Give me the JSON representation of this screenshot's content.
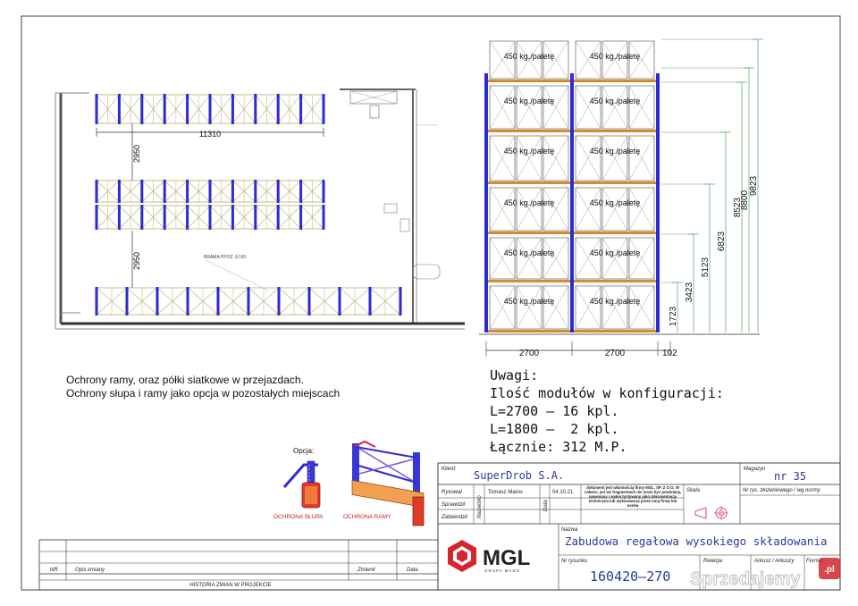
{
  "plan": {
    "dim_length": "11310",
    "dim_gap_top": "2950",
    "dim_gap_bottom": "2950",
    "gate_label": "BRAMA PPOŻ. EI 60"
  },
  "elevation": {
    "load_label": "450 kg./paletę",
    "width_left": "2700",
    "width_right": "2700",
    "width_end": "102",
    "heights": [
      "1723",
      "3423",
      "5123",
      "6823",
      "8523",
      "8800",
      "9823"
    ]
  },
  "notes": {
    "line1": "Ochrony ramy, oraz półki siatkowe w przejazdach.",
    "line2": "Ochrony słupa i ramy jako opcja w pozostałych miejscach"
  },
  "uwagi": {
    "title": "Uwagi:",
    "line1": "Ilość modułów w konfiguracji:",
    "line2": "L=2700 – 16 kpl.",
    "line3": "L=1800 –  2 kpl.",
    "line4": "Łącznie: 312 M.P."
  },
  "protection": {
    "option_label": "Opcja:",
    "column_label": "OCHRONA SŁUPA",
    "frame_label": "OCHRONA RAMY"
  },
  "revision_table": {
    "col_nr": "NR",
    "col_opis": "Opis zmiany",
    "col_zmienil": "Zmienił",
    "col_data": "Data",
    "footer": "HISTORIA ZMIAN W PROJEKCIE"
  },
  "title_block": {
    "klient_label": "Klient:",
    "klient": "SuperDrob S.A.",
    "magazyn_label": "Magazyn",
    "magazyn": "nr 35",
    "rysowal_label": "Rysował",
    "sprawdzil_label": "Sprawdził",
    "zatwierdzil_label": "Zatwierdził",
    "nazwisko_label": "Nazwisko",
    "data_label": "Data",
    "rysowal_name": "Tomasz Maros",
    "rysowal_date": "04.10.21",
    "disclaimer": "dokument jest własnością firmy MGL. SP. Z O.O. W całości, ani we fragmentach nie może być powielany, ujawniany i wykorzystywany jako dokumentacja techniczna lub wykonawcza przez inną firmę lub osobę",
    "skala_label": "Skala",
    "ref_label": "Nr rys. złożeniowego / wg normy",
    "nazwa_label": "Nazwa",
    "nazwa": "Zabudowa regałowa wysokiego składowania",
    "nr_rysunku_label": "Nr rysunku",
    "nr_rysunku": "160420–270",
    "rewizja_label": "Rewizja",
    "arkusz_label": "Arkusz / Arkuszy",
    "format_label": "Format",
    "logo_text": "MGL",
    "logo_sub": "GRUPA MASO"
  },
  "watermark": {
    "text": "Sprzedajemy",
    "suffix": ".pl"
  },
  "colors": {
    "upright": "#2d2ad6",
    "brace": "#b3b06a",
    "beam": "#d98a2a",
    "line": "#333333",
    "logo_red": "#d4262c"
  }
}
